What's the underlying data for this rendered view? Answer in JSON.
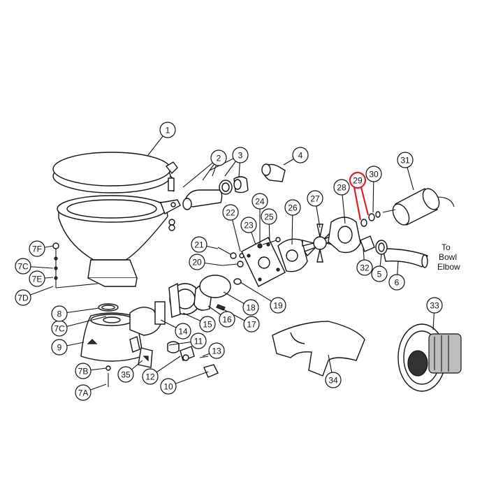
{
  "callouts": [
    {
      "id": "1",
      "label": "1",
      "highlight": false
    },
    {
      "id": "2",
      "label": "2",
      "highlight": false
    },
    {
      "id": "3",
      "label": "3",
      "highlight": false
    },
    {
      "id": "4",
      "label": "4",
      "highlight": false
    },
    {
      "id": "5",
      "label": "5",
      "highlight": false
    },
    {
      "id": "6",
      "label": "6",
      "highlight": false
    },
    {
      "id": "7A",
      "label": "7A",
      "highlight": false
    },
    {
      "id": "7B",
      "label": "7B",
      "highlight": false
    },
    {
      "id": "7C",
      "label": "7C",
      "highlight": false
    },
    {
      "id": "7C2",
      "label": "7C",
      "highlight": false
    },
    {
      "id": "7D",
      "label": "7D",
      "highlight": false
    },
    {
      "id": "7E",
      "label": "7E",
      "highlight": false
    },
    {
      "id": "7F",
      "label": "7F",
      "highlight": false
    },
    {
      "id": "8",
      "label": "8",
      "highlight": false
    },
    {
      "id": "9",
      "label": "9",
      "highlight": false
    },
    {
      "id": "10",
      "label": "10",
      "highlight": false
    },
    {
      "id": "11",
      "label": "11",
      "highlight": false
    },
    {
      "id": "12",
      "label": "12",
      "highlight": false
    },
    {
      "id": "13",
      "label": "13",
      "highlight": false
    },
    {
      "id": "14",
      "label": "14",
      "highlight": false
    },
    {
      "id": "15",
      "label": "15",
      "highlight": false
    },
    {
      "id": "16",
      "label": "16",
      "highlight": false
    },
    {
      "id": "17",
      "label": "17",
      "highlight": false
    },
    {
      "id": "18",
      "label": "18",
      "highlight": false
    },
    {
      "id": "19",
      "label": "19",
      "highlight": false
    },
    {
      "id": "20",
      "label": "20",
      "highlight": false
    },
    {
      "id": "21",
      "label": "21",
      "highlight": false
    },
    {
      "id": "22",
      "label": "22",
      "highlight": false
    },
    {
      "id": "23",
      "label": "23",
      "highlight": false
    },
    {
      "id": "24",
      "label": "24",
      "highlight": false
    },
    {
      "id": "25",
      "label": "25",
      "highlight": false
    },
    {
      "id": "26",
      "label": "26",
      "highlight": false
    },
    {
      "id": "27",
      "label": "27",
      "highlight": false
    },
    {
      "id": "28",
      "label": "28",
      "highlight": false
    },
    {
      "id": "29",
      "label": "29",
      "highlight": true
    },
    {
      "id": "30",
      "label": "30",
      "highlight": false
    },
    {
      "id": "31",
      "label": "31",
      "highlight": false
    },
    {
      "id": "32",
      "label": "32",
      "highlight": false
    },
    {
      "id": "33",
      "label": "33",
      "highlight": false
    },
    {
      "id": "34",
      "label": "34",
      "highlight": false
    },
    {
      "id": "35",
      "label": "35",
      "highlight": false
    }
  ],
  "annotation": {
    "line1": "To",
    "line2": "Bowl",
    "line3": "Elbow"
  },
  "colors": {
    "ink": "#111111",
    "highlight": "#d9202a",
    "background": "#ffffff"
  }
}
